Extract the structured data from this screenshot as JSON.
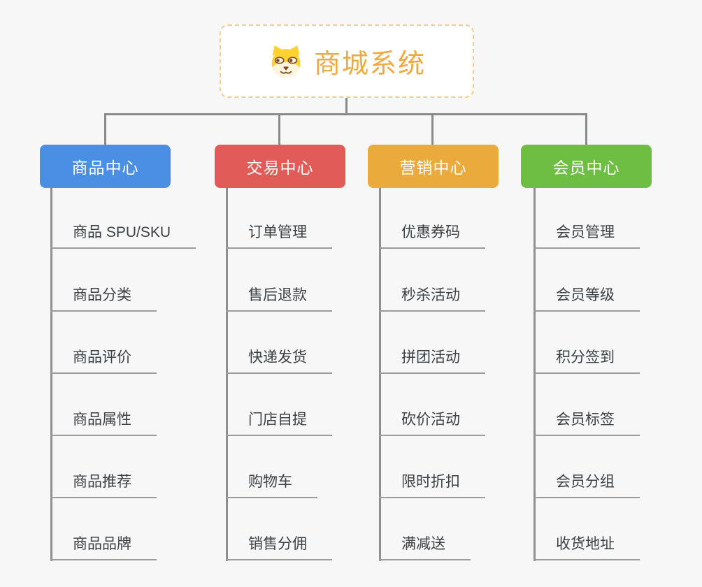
{
  "root": {
    "title": "商城系统",
    "icon": "shiba-dog-icon"
  },
  "branches": [
    {
      "label": "商品中心",
      "color": "#4b8fe4",
      "children": [
        "商品 SPU/SKU",
        "商品分类",
        "商品评价",
        "商品属性",
        "商品推荐",
        "商品品牌"
      ]
    },
    {
      "label": "交易中心",
      "color": "#e15b58",
      "children": [
        "订单管理",
        "售后退款",
        "快递发货",
        "门店自提",
        "购物车",
        "销售分佣"
      ]
    },
    {
      "label": "营销中心",
      "color": "#ebaa3c",
      "children": [
        "优惠券码",
        "秒杀活动",
        "拼团活动",
        "砍价活动",
        "限时折扣",
        "满减送"
      ]
    },
    {
      "label": "会员中心",
      "color": "#6fbe44",
      "children": [
        "会员管理",
        "会员等级",
        "积分签到",
        "会员标签",
        "会员分组",
        "收货地址"
      ]
    }
  ],
  "colors": {
    "background": "#f7f7f7",
    "connector": "#8a8a8a",
    "leaf_underline": "#9c9c9c",
    "leaf_text": "#3d4043",
    "root_title": "#f0a93e",
    "root_border": "#f3cd8e",
    "root_background": "#ffffff",
    "icon_yellow": "#ffd231",
    "icon_cream": "#fdf4de",
    "icon_brown": "#7a4a21"
  }
}
